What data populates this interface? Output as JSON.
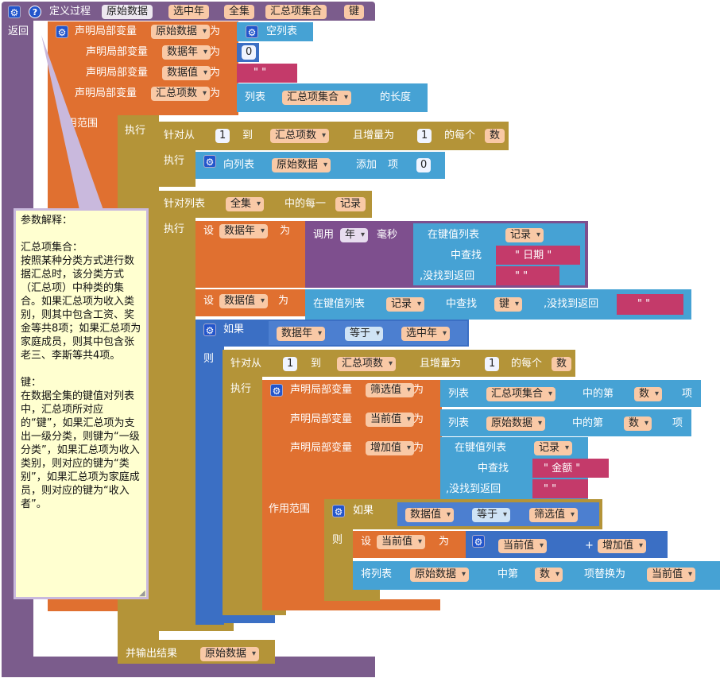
{
  "proc": {
    "title": "定义过程",
    "name": "原始数据",
    "params": [
      "选中年",
      "全集",
      "汇总项集合",
      "键"
    ],
    "return_label": "返回"
  },
  "locals": {
    "declare": "声明局部变量",
    "as": "为",
    "v1": "原始数据",
    "v1_value": "空列表",
    "v2": "数据年",
    "v2_value": "0",
    "v3": "数据值",
    "v3_value": "\" \"",
    "v4": "汇总项数",
    "v4_list": "列表",
    "v4_arg": "汇总项集合",
    "v4_suffix": "的长度",
    "scope": "作用范围",
    "scope_short": "用范围",
    "exec": "执行"
  },
  "loop1": {
    "for_from": "针对从",
    "start": "1",
    "to": "到",
    "end": "汇总项数",
    "step_label": "且增量为",
    "step": "1",
    "each": "的每个",
    "var": "数",
    "exec": "执行",
    "add_prefix": "向列表",
    "add_list": "原始数据",
    "add_label": "添加",
    "item_label": "项",
    "item_value": "0"
  },
  "loop2": {
    "for_list": "针对列表",
    "list": "全集",
    "each": "中的每一",
    "var": "记录",
    "exec": "执行",
    "set": "设",
    "set_var1": "数据年",
    "as": "为",
    "call": "调用",
    "call_arg": "年",
    "call_unit": "毫秒",
    "in_kv": "在键值列表",
    "kv_list": "记录",
    "lookup": "中查找",
    "lookup_val": "\" 日期 \"",
    "notfound": ",没找到返回",
    "notfound_val": "\" \"",
    "set_var2": "数据值",
    "kv2_list": "记录",
    "kv2_key": "键",
    "notfound2_val": "\" \""
  },
  "if1": {
    "if": "如果",
    "left": "数据年",
    "op": "等于",
    "right": "选中年",
    "then": "则"
  },
  "loop3": {
    "for_from": "针对从",
    "start": "1",
    "to": "到",
    "end": "汇总项数",
    "step_label": "且增量为",
    "step": "1",
    "each": "的每个",
    "var": "数",
    "exec": "执行"
  },
  "locals2": {
    "declare": "声明局部变量",
    "as": "为",
    "v1": "筛选值",
    "v1_list": "列表",
    "v1_arg": "汇总项集合",
    "nth": "中的第",
    "v1_idx": "数",
    "item": "项",
    "v2": "当前值",
    "v2_list": "列表",
    "v2_arg": "原始数据",
    "v2_idx": "数",
    "v3": "增加值",
    "in_kv": "在键值列表",
    "kv_list": "记录",
    "lookup": "中查找",
    "lookup_val": "\" 金额 \"",
    "notfound": ",没找到返回",
    "notfound_val": "\" \"",
    "scope": "作用范围"
  },
  "if2": {
    "if": "如果",
    "left": "数据值",
    "op": "等于",
    "right": "筛选值",
    "then": "则",
    "set": "设",
    "set_var": "当前值",
    "as": "为",
    "add_a": "当前值",
    "plus": "+",
    "add_b": "增加值",
    "replace_prefix": "将列表",
    "replace_list": "原始数据",
    "replace_mid": "中第",
    "replace_idx": "数",
    "replace_label": "项替换为",
    "replace_val": "当前值"
  },
  "result": {
    "label": "并输出结果",
    "value": "原始数据"
  },
  "comment": {
    "text": "参数解释：\n\n汇总项集合：\n按照某种分类方式进行数据汇总时，该分类方式（汇总项）中种类的集合。如果汇总项为收入类别，则其中包含工资、奖金等共8项；如果汇总项为家庭成员，则其中包含张老三、李斯等共4项。\n\n键：\n在数据全集的键值对列表中，汇总项所对应的“键”，如果汇总项为支出一级分类，则键为“一级分类”，如果汇总项为收入类别，则对应的键为“类别”，如果汇总项为家庭成员，则对应的键为“收入者”。"
  },
  "icons": {
    "gear": "gear-icon",
    "help": "help-icon"
  },
  "colors": {
    "procedure": "#7b5c8c",
    "variable": "#e07030",
    "control": "#b49438",
    "list": "#46a2d4",
    "math": "#3b6fc4",
    "text": "#c43a6a"
  }
}
